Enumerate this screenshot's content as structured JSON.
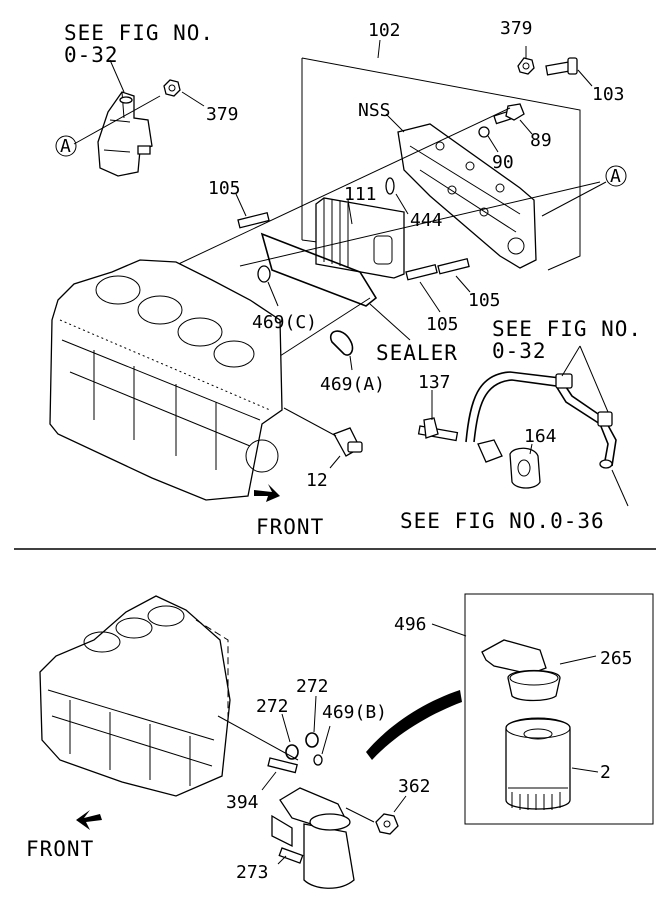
{
  "notes": {
    "see_fig_0_32_top": "SEE FIG NO.",
    "see_fig_0_32_top_no": "0-32",
    "see_fig_0_32_right": "SEE FIG NO.",
    "see_fig_0_32_right_no": "0-32",
    "see_fig_0_36": "SEE FIG NO.0-36",
    "sealer": "SEALER",
    "front_top": "FRONT",
    "front_bottom": "FRONT"
  },
  "callouts": {
    "c102": "102",
    "c379a": "379",
    "c379b": "379",
    "c103": "103",
    "c89": "89",
    "c90": "90",
    "nss": "NSS",
    "c111": "111",
    "c444": "444",
    "c105a": "105",
    "c105b": "105",
    "c105c": "105",
    "c469c": "469(C)",
    "c469a": "469(A)",
    "c12": "12",
    "c137": "137",
    "c164": "164",
    "ref_a1": "A",
    "ref_a2": "A",
    "c496": "496",
    "c265": "265",
    "c2": "2",
    "c272a": "272",
    "c272b": "272",
    "c469b": "469(B)",
    "c394": "394",
    "c362": "362",
    "c273": "273"
  }
}
